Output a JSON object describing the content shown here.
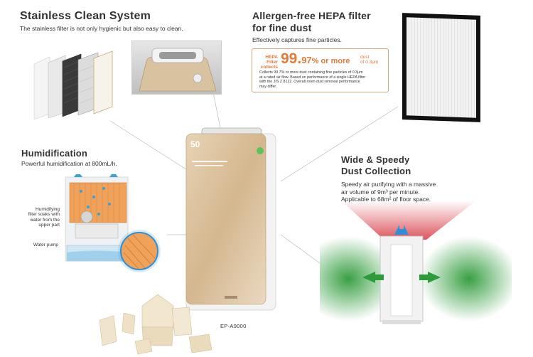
{
  "features": {
    "stainless": {
      "title": "Stainless Clean System",
      "desc": "The stainless filter is not only hygienic but also easy to clean."
    },
    "hepa": {
      "title_line1": "Allergen-free HEPA filter",
      "title_line2": "for fine dust",
      "desc": "Effectively captures fine particles.",
      "callout": {
        "prefix_line1": "HEPA Filter",
        "prefix_line2": "collects",
        "big_number": "99.",
        "big_decimal": "97",
        "percent_text": "% or more",
        "suffix_line1": "dust",
        "suffix_line2": "of 0.3μm",
        "note_line1": "Collects 99.7% or more dust containing fine particles of 0.3μm",
        "note_line2": "at a rated air flow. Based on performance of a single HEPA filter",
        "note_line3": "with the JIS Z 8122. Overall room dust removal performance",
        "note_line4": "may differ."
      }
    },
    "humidification": {
      "title": "Humidification",
      "desc": "Powerful humidification at 800mL/h.",
      "label_filter_line1": "Humidifying",
      "label_filter_line2": "filter soaks with",
      "label_filter_line3": "water from the",
      "label_filter_line4": "upper part",
      "label_pump": "Water pump"
    },
    "dust": {
      "title_line1": "Wide & Speedy",
      "title_line2": "Dust Collection",
      "desc_line1": "Speedy air purifying with a massive",
      "desc_line2": "air volume of 9m³ per minute.",
      "desc_line3": "Applicable to 68m² of floor space."
    }
  },
  "product": {
    "display_value": "50",
    "model": "EP-A9000"
  },
  "colors": {
    "gold": "#d4b78f",
    "hepa_orange": "#e07b3a",
    "airflow_green": "#2e9b3a",
    "airflow_red": "#d9434c",
    "airflow_blue": "#2f8fd6"
  }
}
